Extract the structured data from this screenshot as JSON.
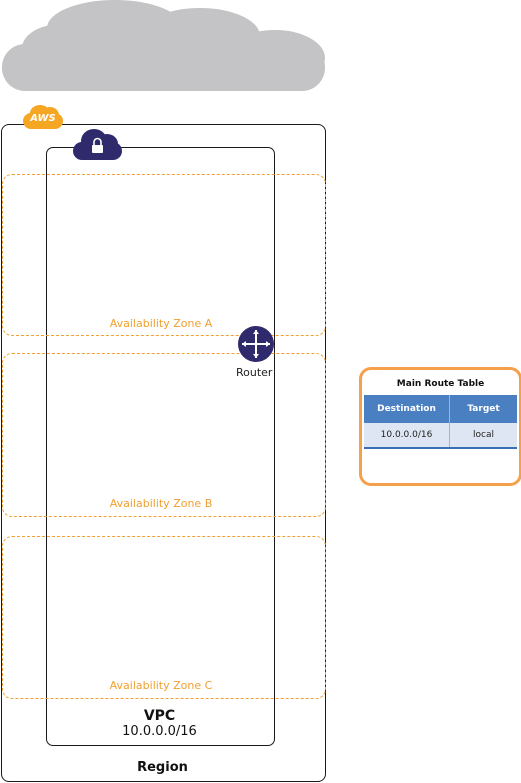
{
  "badges": {
    "aws": "AWS"
  },
  "region": {
    "label": "Region"
  },
  "vpc": {
    "label": "VPC",
    "cidr": "10.0.0.0/16"
  },
  "zones": [
    {
      "label": "Availability Zone A"
    },
    {
      "label": "Availability Zone B"
    },
    {
      "label": "Availability Zone C"
    }
  ],
  "router": {
    "label": "Router"
  },
  "route_table": {
    "title": "Main Route Table",
    "headers": [
      "Destination",
      "Target"
    ],
    "rows": [
      [
        "10.0.0.0/16",
        "local"
      ]
    ]
  },
  "colors": {
    "cloud": "#c4c4c6",
    "aws_badge": "#f5a623",
    "vpc_badge": "#2e2a6b",
    "zone_border": "#f0a030",
    "table_header": "#4a7fc2",
    "table_row": "#dde6f2",
    "route_table_border": "#f5a04a"
  }
}
